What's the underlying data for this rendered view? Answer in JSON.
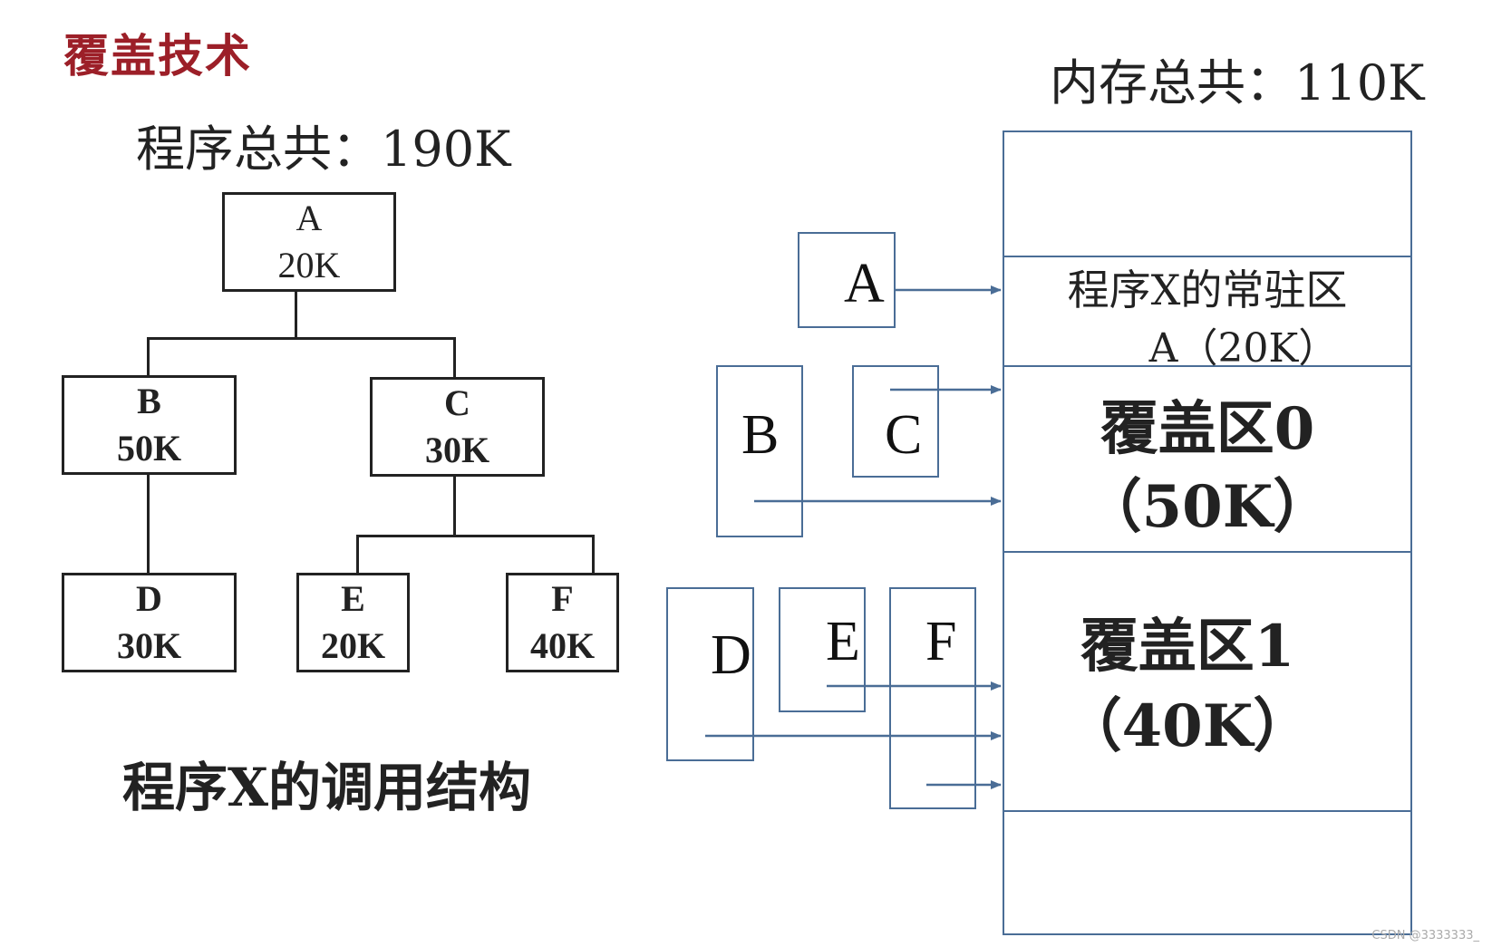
{
  "title": "覆盖技术",
  "program_total": "程序总共：190K",
  "memory_total": "内存总共：110K",
  "caption": "程序X的调用结构",
  "tree": {
    "a": {
      "name": "A",
      "size": "20K"
    },
    "b": {
      "name": "B",
      "size": "50K"
    },
    "c": {
      "name": "C",
      "size": "30K"
    },
    "d": {
      "name": "D",
      "size": "30K"
    },
    "e": {
      "name": "E",
      "size": "20K"
    },
    "f": {
      "name": "F",
      "size": "40K"
    }
  },
  "memory": {
    "resident_line1": "程序X的常驻区",
    "resident_line2": "A（20K）",
    "overlay0_line1": "覆盖区0",
    "overlay0_line2": "（50K）",
    "overlay1_line1": "覆盖区1",
    "overlay1_line2": "（40K）"
  },
  "modules": {
    "a": "A",
    "b": "B",
    "c": "C",
    "d": "D",
    "e": "E",
    "f": "F"
  },
  "watermark": "CSDN @3333333_",
  "colors": {
    "title": "#9c1f28",
    "memory_lines": "#4a6d96"
  }
}
